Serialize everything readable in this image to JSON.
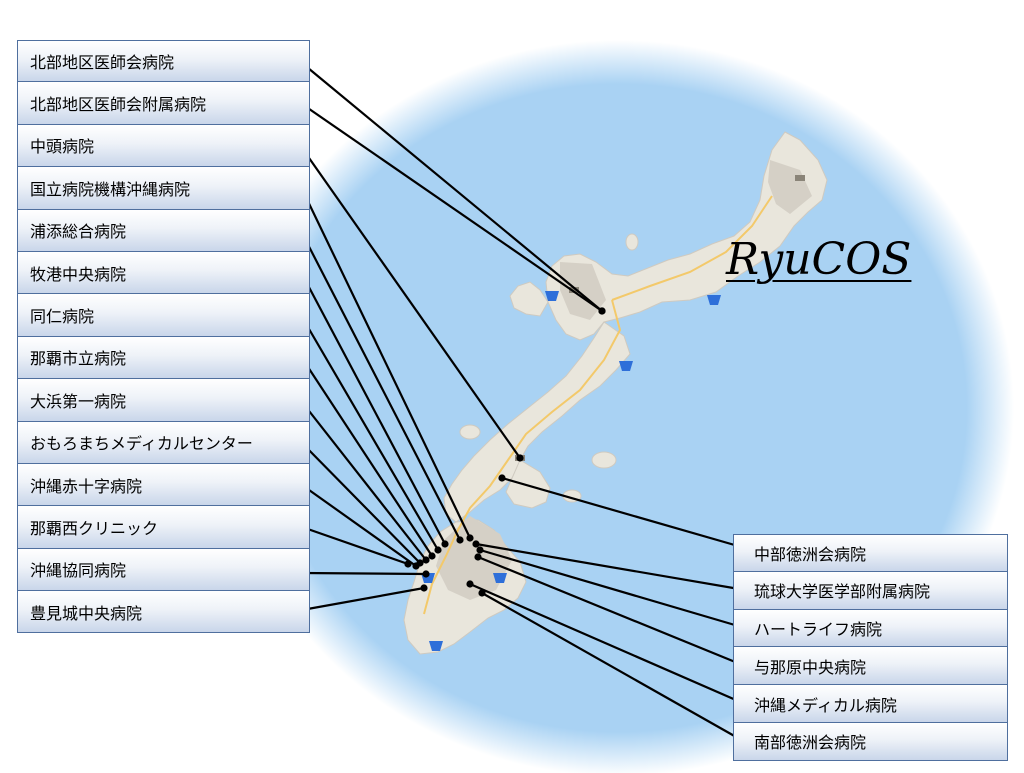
{
  "brand": "RyuCOS",
  "colors": {
    "ocean": "#a9d2f3",
    "land": "#e9e6dc",
    "connector": "#000000",
    "label_border": "#4f6f9e",
    "hospital_marker": "#2e6fd9"
  },
  "hospitals_left": [
    "北部地区医師会病院",
    "北部地区医師会附属病院",
    "中頭病院",
    "国立病院機構沖縄病院",
    "浦添総合病院",
    "牧港中央病院",
    "同仁病院",
    "那覇市立病院",
    "大浜第一病院",
    "おもろまちメディカルセンター",
    "沖縄赤十字病院",
    "那覇西クリニック",
    "沖縄協同病院",
    "豊見城中央病院"
  ],
  "hospitals_right": [
    "中部徳洲会病院",
    "琉球大学医学部附属病院",
    "ハートライフ病院",
    "与那原中央病院",
    "沖縄メディカル病院",
    "南部徳洲会病院"
  ],
  "map_icons": [
    "hospital-marker-icon",
    "city-marker-icon"
  ]
}
